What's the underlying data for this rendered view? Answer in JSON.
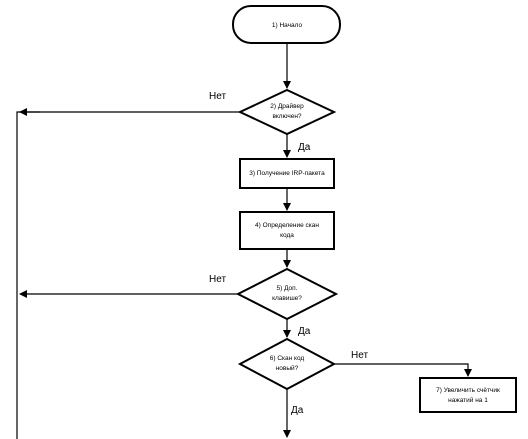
{
  "nodes": {
    "start": "1)  Начало",
    "driver_enabled": [
      "2) Драйвер",
      "включен?"
    ],
    "get_irp": "3) Получение IRP-пакета",
    "scan_code": [
      "4) Определение  скан",
      "кода"
    ],
    "extra_key": [
      "5) Доп.",
      "клавише?"
    ],
    "scan_new": [
      "6) Скан код",
      "новый?"
    ],
    "increment": [
      "7) Увеличить счётчик",
      "нажатий на 1"
    ]
  },
  "edge_labels": {
    "no_1": "Нет",
    "yes_1": "Да",
    "no_2": "Нет",
    "yes_2": "Да",
    "no_3": "Нет",
    "yes_3": "Да"
  }
}
